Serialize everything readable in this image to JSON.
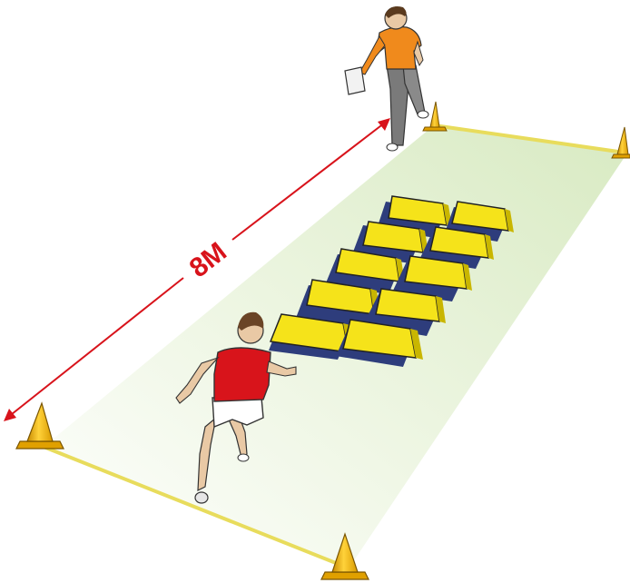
{
  "scene": {
    "distance_label": "8M",
    "colors": {
      "measure_line": "#d8131b",
      "field": "#dfeec9",
      "boundary": "#e8dc5c",
      "cone": "#f0b400",
      "hurdle_yellow": "#f5e31a",
      "hurdle_blue": "#2e3d7c",
      "coach_shirt": "#f08a1c",
      "coach_trousers": "#7a7a7a",
      "runner_bib": "#d8141b",
      "runner_shorts": "#ffffff"
    },
    "objects": {
      "cones": 4,
      "hurdles": 10,
      "people": [
        "coach-with-clipboard",
        "runner-with-red-bib"
      ]
    }
  }
}
